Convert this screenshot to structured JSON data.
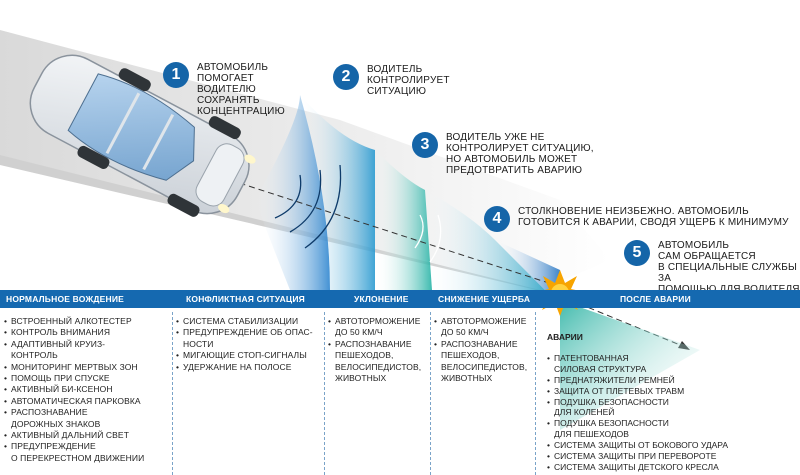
{
  "steps": [
    {
      "num": "1",
      "text": "АВТОМОБИЛЬ\nПОМОГАЕТ\nВОДИТЕЛЮ\nСОХРАНЯТЬ\nКОНЦЕНТРАЦИЮ"
    },
    {
      "num": "2",
      "text": "ВОДИТЕЛЬ\nКОНТРОЛИРУЕТ\nСИТУАЦИЮ"
    },
    {
      "num": "3",
      "text": "ВОДИТЕЛЬ УЖЕ НЕ\nКОНТРОЛИРУЕТ СИТУАЦИЮ,\nНО АВТОМОБИЛЬ МОЖЕТ\nПРЕДОТВРАТИТЬ АВАРИЮ"
    },
    {
      "num": "4",
      "text": "СТОЛКНОВЕНИЕ НЕИЗБЕЖНО. АВТОМОБИЛЬ\nГОТОВИТСЯ К АВАРИИ, СВОДЯ УЩЕРБ К МИНИМУМУ"
    },
    {
      "num": "5",
      "text": "АВТОМОБИЛЬ\nСАМ ОБРАЩАЕТСЯ\nВ СПЕЦИАЛЬНЫЕ СЛУЖБЫ ЗА\nПОМОЩЬЮ ДЛЯ ВОДИТЕЛЯ"
    }
  ],
  "phases": [
    "НОРМАЛЬНОЕ ВОЖДЕНИЕ",
    "КОНФЛИКТНАЯ СИТУАЦИЯ",
    "УКЛОНЕНИЕ",
    "СНИЖЕНИЕ УЩЕРБА",
    "ПОСЛЕ АВАРИИ"
  ],
  "normal": [
    [
      "ВСТРОЕННЫЙ АЛКОТЕСТЕР"
    ],
    [
      "КОНТРОЛЬ ВНИМАНИЯ"
    ],
    [
      "АДАПТИВНЫЙ КРУИЗ-",
      "КОНТРОЛЬ"
    ],
    [
      "МОНИТОРИНГ МЕРТВЫХ ЗОН"
    ],
    [
      "ПОМОЩЬ ПРИ СПУСКЕ"
    ],
    [
      "АКТИВНЫЙ БИ-КСЕНОН"
    ],
    [
      "АВТОМАТИЧЕСКАЯ ПАРКОВКА"
    ],
    [
      "РАСПОЗНАВАНИЕ",
      "ДОРОЖНЫХ ЗНАКОВ"
    ],
    [
      "АКТИВНЫЙ ДАЛЬНИЙ СВЕТ"
    ],
    [
      "ПРЕДУПРЕЖДЕНИЕ",
      "О ПЕРЕКРЕСТНОМ ДВИЖЕНИИ"
    ]
  ],
  "conflict": [
    [
      "СИСТЕМА СТАБИЛИЗАЦИИ"
    ],
    [
      "ПРЕДУПРЕЖДЕНИЕ ОБ ОПАС-",
      "НОСТИ"
    ],
    [
      "МИГАЮЩИЕ СТОП-СИГНАЛЫ"
    ],
    [
      "УДЕРЖАНИЕ НА ПОЛОСЕ"
    ]
  ],
  "evasion": [
    [
      "АВТОТОРМОЖЕНИЕ",
      "ДО 50 КМ/Ч"
    ],
    [
      "РАСПОЗНАВАНИЕ",
      "ПЕШЕХОДОВ,",
      "ВЕЛОСИПЕДИСТОВ,",
      "ЖИВОТНЫХ"
    ]
  ],
  "damage": [
    [
      "АВТОТОРМОЖЕНИЕ",
      "ДО 50 КМ/Ч"
    ],
    [
      "РАСПОЗНАВАНИЕ",
      "ПЕШЕХОДОВ,",
      "ВЕЛОСИПЕДИСТОВ,",
      "ЖИВОТНЫХ"
    ]
  ],
  "accident_title": "АВАРИИ",
  "accident": [
    [
      "ПАТЕНТОВАННАЯ",
      "СИЛОВАЯ СТРУКТУРА"
    ],
    [
      "ПРЕДНАТЯЖИТЕЛИ РЕМНЕЙ"
    ],
    [
      "ЗАЩИТА ОТ ПЛЕТЕВЫХ ТРАВМ"
    ],
    [
      "ПОДУШКА БЕЗОПАСНОСТИ",
      "ДЛЯ КОЛЕНЕЙ"
    ],
    [
      "ПОДУШКА БЕЗОПАСНОСТИ",
      "ДЛЯ ПЕШЕХОДОВ"
    ],
    [
      "СИСТЕМА ЗАЩИТЫ ОТ БОКОВОГО УДАРА"
    ],
    [
      "СИСТЕМА ЗАЩИТЫ ПРИ ПЕРЕВОРОТЕ"
    ],
    [
      "СИСТЕМА ЗАЩИТЫ ДЕТСКОГО КРЕСЛА"
    ]
  ],
  "colors": {
    "bar": "#1569b0",
    "badge": "#1565a8",
    "beam_blue": "#2f86cf",
    "beam_teal": "#2bb5a8",
    "burst": "#f7a400"
  }
}
